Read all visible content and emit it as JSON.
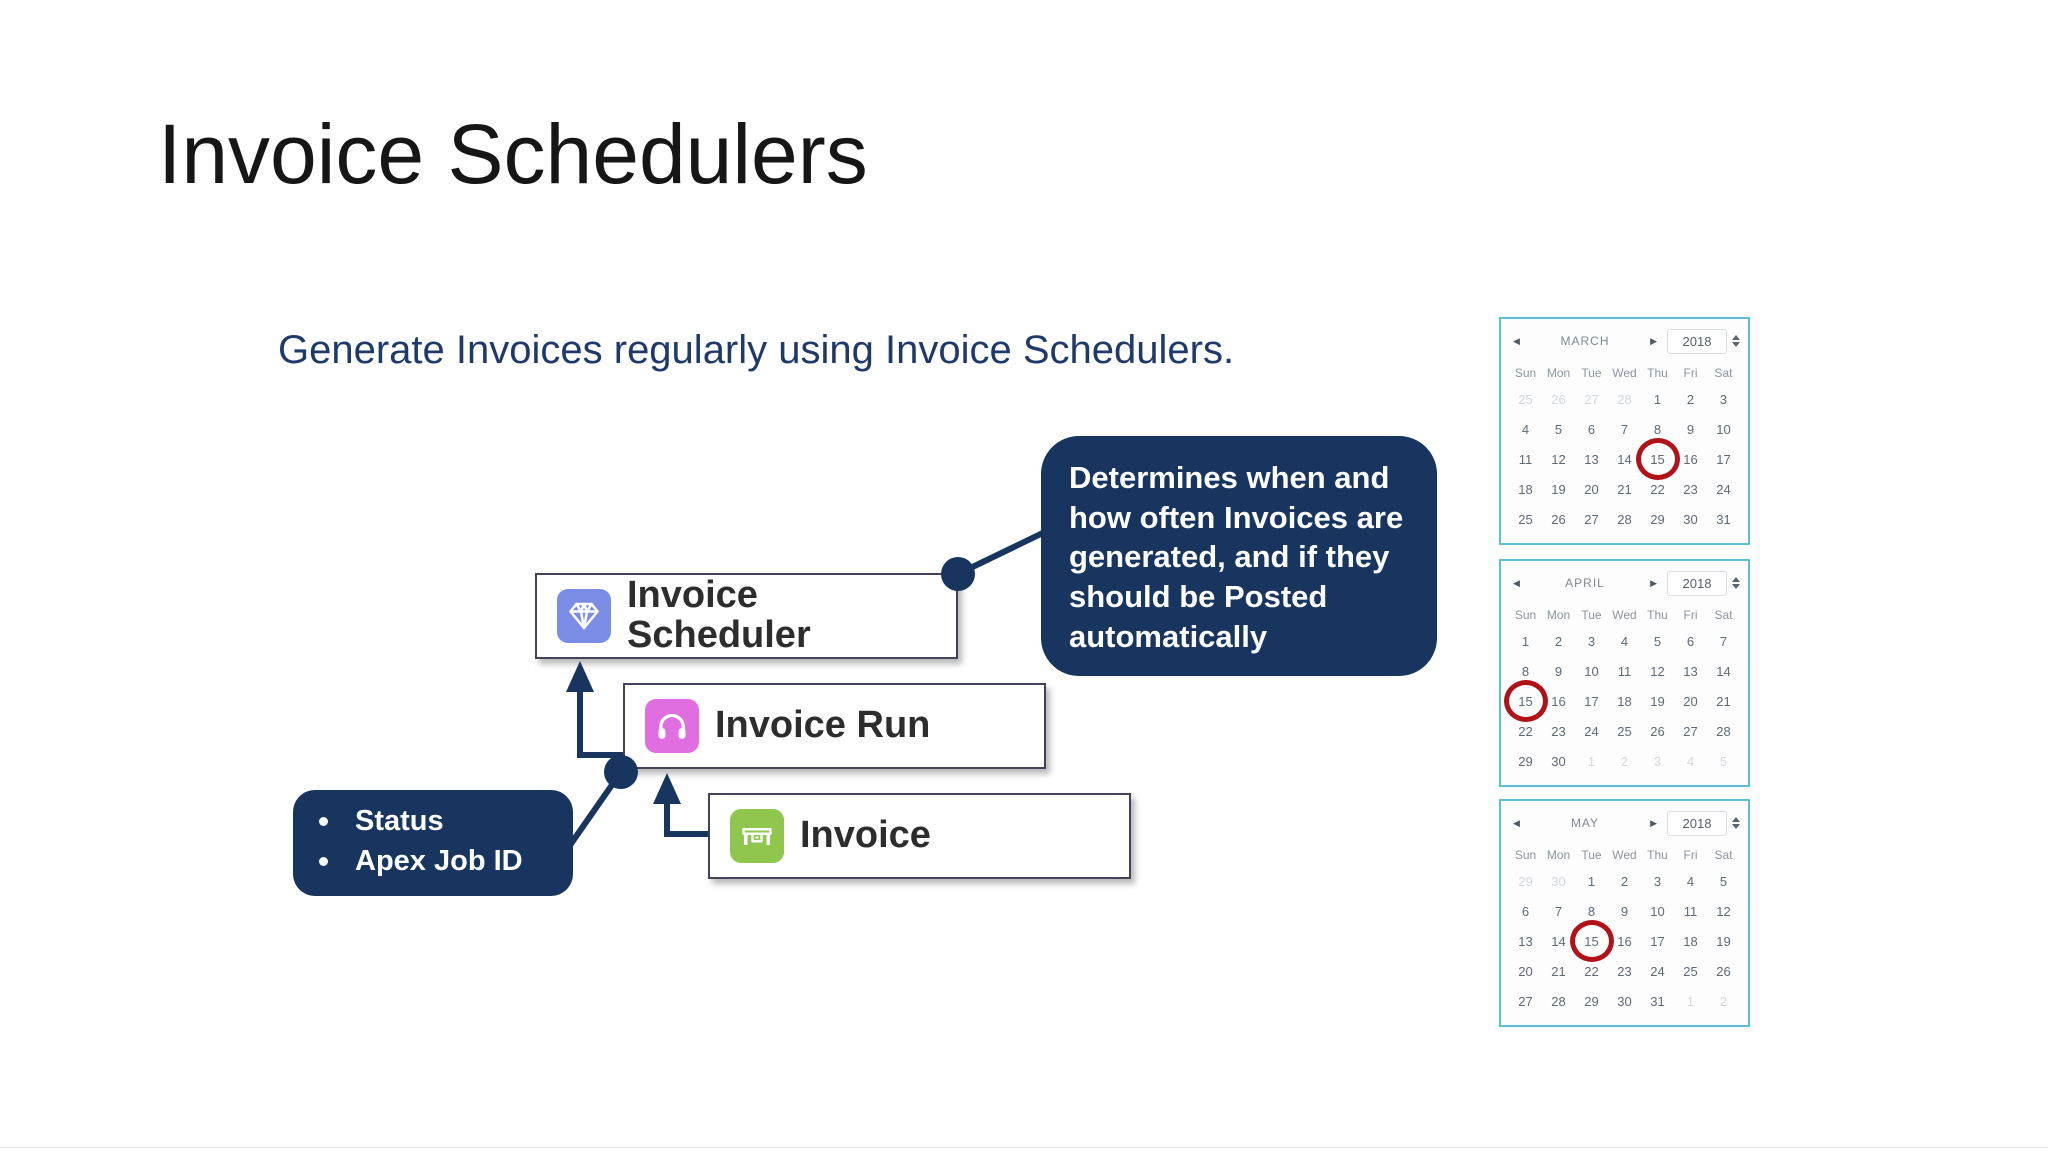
{
  "slide": {
    "title": "Invoice Schedulers",
    "subtitle": "Generate Invoices regularly using Invoice Schedulers."
  },
  "diagram": {
    "connector_color": "#17355e",
    "nodes": {
      "scheduler": {
        "label": "Invoice Scheduler",
        "icon": "gem-icon",
        "icon_color": "#7b8ce4"
      },
      "run": {
        "label": "Invoice Run",
        "icon": "headphones-icon",
        "icon_color": "#e06ee0"
      },
      "invoice": {
        "label": "Invoice",
        "icon": "desk-icon",
        "icon_color": "#8fc64e"
      }
    },
    "callout_determines": {
      "text": "Determines when and how often Invoices are generated, and if they should be Posted automatically",
      "bg": "#17355e"
    },
    "callout_status": {
      "items": [
        "Status",
        "Apex Job ID"
      ],
      "bg": "#17355e"
    }
  },
  "calendars": {
    "year": "2018",
    "day_headers": [
      "Sun",
      "Mon",
      "Tue",
      "Wed",
      "Thu",
      "Fri",
      "Sat"
    ],
    "border_color": "#5ac0d4",
    "highlight_color": "#b01217",
    "months": [
      {
        "name": "MARCH",
        "circled_day": "15",
        "circled_index": 18,
        "cells": [
          {
            "d": "25",
            "muted": true
          },
          {
            "d": "26",
            "muted": true
          },
          {
            "d": "27",
            "muted": true
          },
          {
            "d": "28",
            "muted": true
          },
          {
            "d": "1"
          },
          {
            "d": "2"
          },
          {
            "d": "3"
          },
          {
            "d": "4"
          },
          {
            "d": "5"
          },
          {
            "d": "6"
          },
          {
            "d": "7"
          },
          {
            "d": "8"
          },
          {
            "d": "9"
          },
          {
            "d": "10"
          },
          {
            "d": "11"
          },
          {
            "d": "12"
          },
          {
            "d": "13"
          },
          {
            "d": "14"
          },
          {
            "d": "15"
          },
          {
            "d": "16"
          },
          {
            "d": "17"
          },
          {
            "d": "18"
          },
          {
            "d": "19"
          },
          {
            "d": "20"
          },
          {
            "d": "21"
          },
          {
            "d": "22"
          },
          {
            "d": "23"
          },
          {
            "d": "24"
          },
          {
            "d": "25"
          },
          {
            "d": "26"
          },
          {
            "d": "27"
          },
          {
            "d": "28"
          },
          {
            "d": "29"
          },
          {
            "d": "30"
          },
          {
            "d": "31"
          }
        ]
      },
      {
        "name": "APRIL",
        "circled_day": "15",
        "circled_index": 14,
        "cells": [
          {
            "d": "1"
          },
          {
            "d": "2"
          },
          {
            "d": "3"
          },
          {
            "d": "4"
          },
          {
            "d": "5"
          },
          {
            "d": "6"
          },
          {
            "d": "7"
          },
          {
            "d": "8"
          },
          {
            "d": "9"
          },
          {
            "d": "10"
          },
          {
            "d": "11"
          },
          {
            "d": "12"
          },
          {
            "d": "13"
          },
          {
            "d": "14"
          },
          {
            "d": "15"
          },
          {
            "d": "16"
          },
          {
            "d": "17"
          },
          {
            "d": "18"
          },
          {
            "d": "19"
          },
          {
            "d": "20"
          },
          {
            "d": "21"
          },
          {
            "d": "22"
          },
          {
            "d": "23"
          },
          {
            "d": "24"
          },
          {
            "d": "25"
          },
          {
            "d": "26"
          },
          {
            "d": "27"
          },
          {
            "d": "28"
          },
          {
            "d": "29"
          },
          {
            "d": "30"
          },
          {
            "d": "1",
            "muted": true
          },
          {
            "d": "2",
            "muted": true
          },
          {
            "d": "3",
            "muted": true
          },
          {
            "d": "4",
            "muted": true
          },
          {
            "d": "5",
            "muted": true
          }
        ]
      },
      {
        "name": "MAY",
        "circled_day": "15",
        "circled_index": 16,
        "cells": [
          {
            "d": "29",
            "muted": true
          },
          {
            "d": "30",
            "muted": true
          },
          {
            "d": "1"
          },
          {
            "d": "2"
          },
          {
            "d": "3"
          },
          {
            "d": "4"
          },
          {
            "d": "5"
          },
          {
            "d": "6"
          },
          {
            "d": "7"
          },
          {
            "d": "8"
          },
          {
            "d": "9"
          },
          {
            "d": "10"
          },
          {
            "d": "11"
          },
          {
            "d": "12"
          },
          {
            "d": "13"
          },
          {
            "d": "14"
          },
          {
            "d": "15"
          },
          {
            "d": "16"
          },
          {
            "d": "17"
          },
          {
            "d": "18"
          },
          {
            "d": "19"
          },
          {
            "d": "20"
          },
          {
            "d": "21"
          },
          {
            "d": "22"
          },
          {
            "d": "23"
          },
          {
            "d": "24"
          },
          {
            "d": "25"
          },
          {
            "d": "26"
          },
          {
            "d": "27"
          },
          {
            "d": "28"
          },
          {
            "d": "29"
          },
          {
            "d": "30"
          },
          {
            "d": "31"
          },
          {
            "d": "1",
            "muted": true
          },
          {
            "d": "2",
            "muted": true
          }
        ]
      }
    ]
  }
}
